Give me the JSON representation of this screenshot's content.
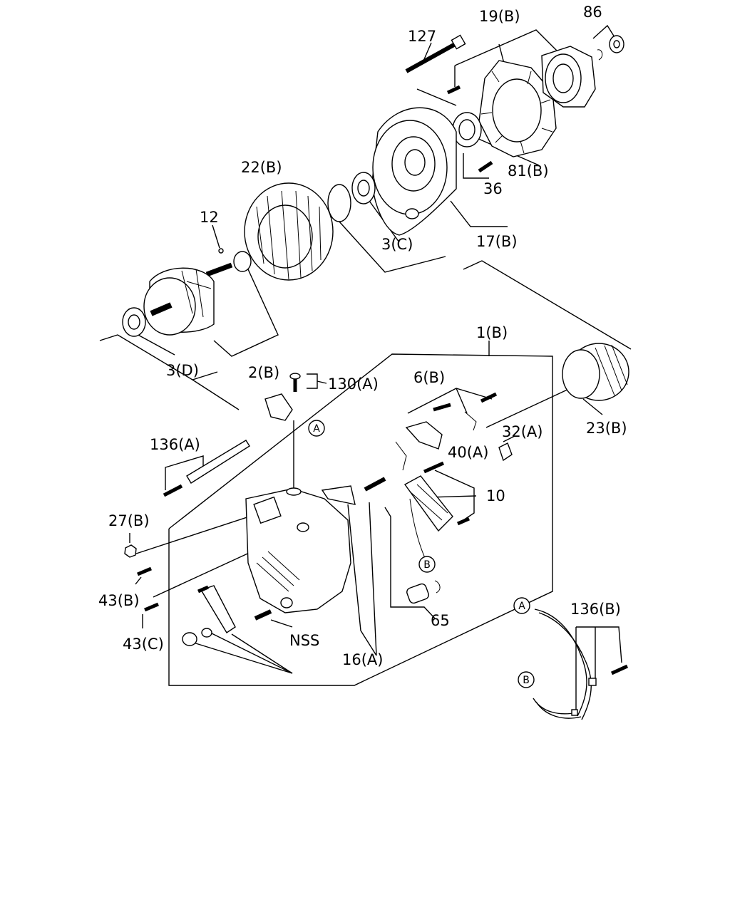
{
  "labels": {
    "p127": "127",
    "p19b": "19(B)",
    "p86": "86",
    "p22b": "22(B)",
    "p81b": "81(B)",
    "p36": "36",
    "p12": "12",
    "p3c": "3(C)",
    "p17b": "17(B)",
    "p3d": "3(D)",
    "p2b": "2(B)",
    "p1b": "1(B)",
    "p130a": "130(A)",
    "p6b": "6(B)",
    "p23b": "23(B)",
    "p136a": "136(A)",
    "p32a": "32(A)",
    "p40a": "40(A)",
    "p10": "10",
    "p27b": "27(B)",
    "p43b": "43(B)",
    "p43c": "43(C)",
    "p65": "65",
    "nss": "NSS",
    "p16a": "16(A)",
    "p136b": "136(B)"
  },
  "markers": {
    "a": "A",
    "b": "B"
  }
}
